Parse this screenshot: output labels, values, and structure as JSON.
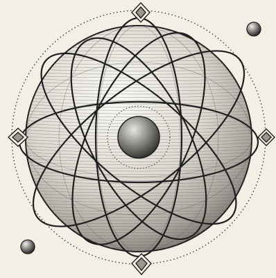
{
  "illustration": {
    "subject": "atom-sphere-engraving",
    "palette": {
      "paper": "#f3efe4",
      "ink": "#1f1f1f",
      "shade": "#8a8a8a",
      "light": "#e9e6de"
    },
    "markers": [
      "top-diamond",
      "left-diamond",
      "right-diamond",
      "bottom-diamond"
    ],
    "satellites": [
      "top-right-ball",
      "bottom-left-ball"
    ]
  }
}
